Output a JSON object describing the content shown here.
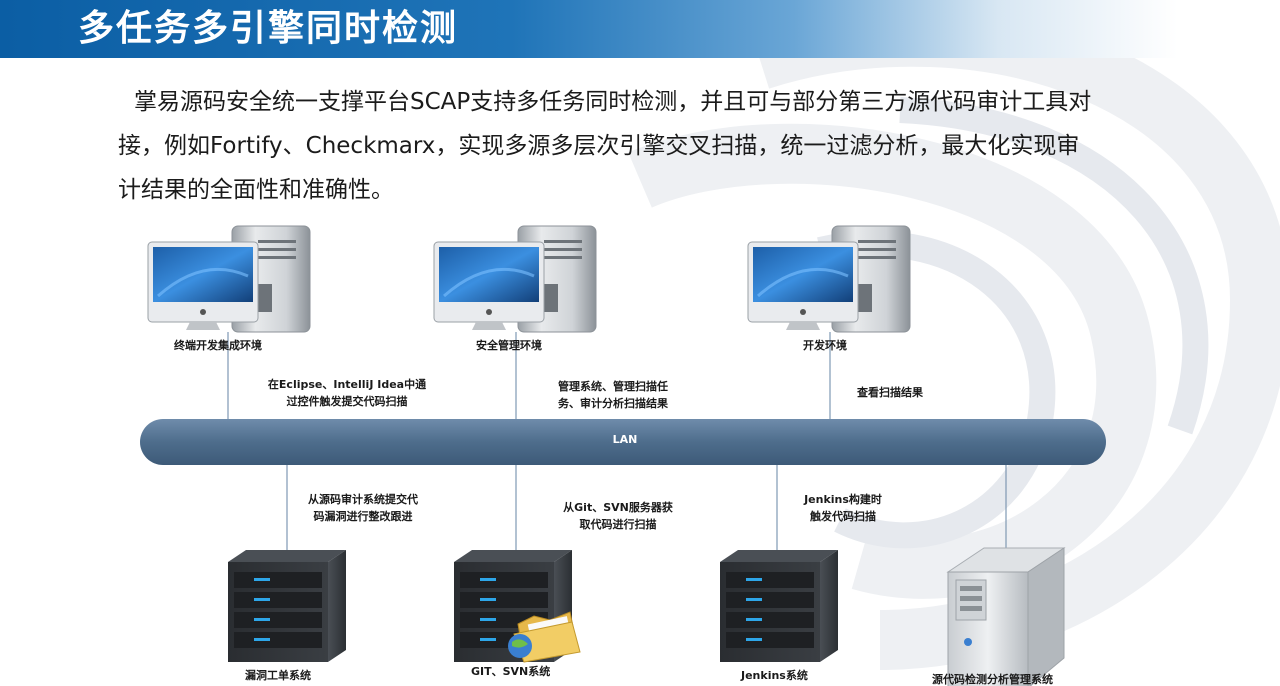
{
  "header": {
    "title": "多任务多引擎同时检测"
  },
  "intro": {
    "lines": [
      "掌易源码安全统一支撑平台SCAP支持多任务同时检测，并且可与部分第三方源代码审计工具对",
      "接，例如Fortify、Checkmarx，实现多源多层次引擎交叉扫描，统一过滤分析，最大化实现审",
      "计结果的全面性和准确性。"
    ]
  },
  "network": {
    "bus_label": "LAN",
    "clients": [
      {
        "label": "终端开发集成环境",
        "icon": "desktop-computer-icon"
      },
      {
        "label": "安全管理环境",
        "icon": "desktop-computer-icon"
      },
      {
        "label": "开发环境",
        "icon": "desktop-computer-icon"
      }
    ],
    "client_links": [
      [
        "在Eclipse、IntelliJ Idea中通",
        "过控件触发提交代码扫描"
      ],
      [
        "管理系统、管理扫描任",
        "务、审计分析扫描结果"
      ],
      [
        "查看扫描结果"
      ]
    ],
    "servers": [
      {
        "label": "漏洞工单系统",
        "icon": "server-rack-icon"
      },
      {
        "label": "GIT、SVN系统",
        "icon": "server-with-folder-icon"
      },
      {
        "label": "Jenkins系统",
        "icon": "server-rack-icon"
      },
      {
        "label": "源代码检测分析管理系统",
        "icon": "tower-server-icon"
      }
    ],
    "server_links": [
      [
        "从源码审计系统提交代",
        "码漏洞进行整改跟进"
      ],
      [
        "从Git、SVN服务器获",
        "取代码进行扫描"
      ],
      [
        "Jenkins构建时",
        "触发代码扫描"
      ]
    ]
  },
  "colors": {
    "title_bar": "#0b5ea4",
    "lan_bus": "#4e6d8c",
    "server_blue_light": "#2ea6e8"
  }
}
